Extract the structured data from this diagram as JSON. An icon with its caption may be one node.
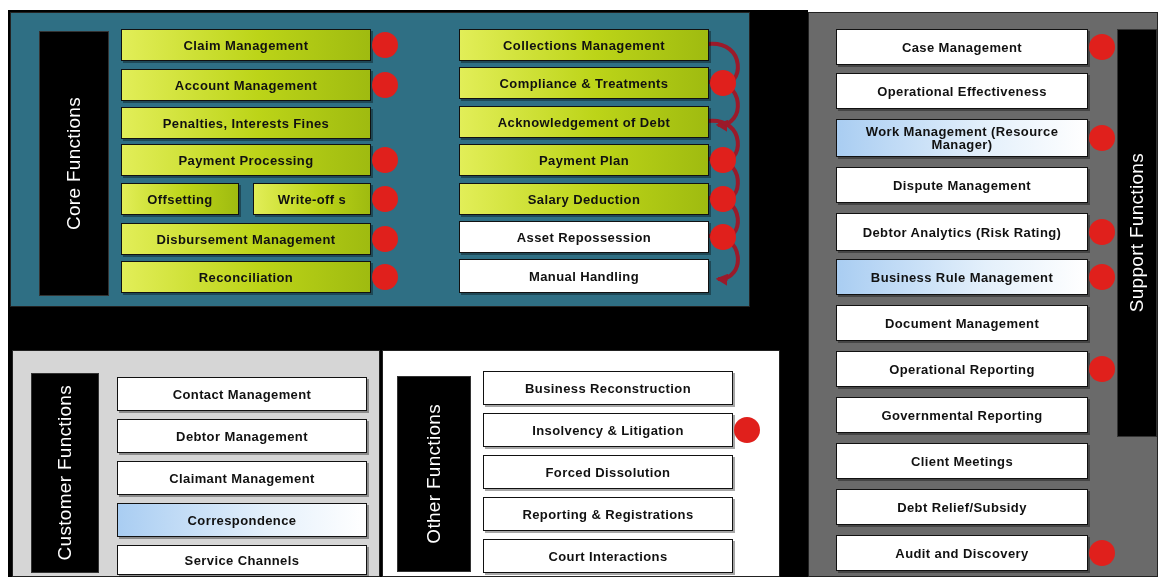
{
  "diagram": {
    "nodes": [
      {
        "text": [],
        "shape": "box"
      },
      {
        "text": [
          "Core Functions"
        ],
        "in": 0
      },
      {
        "text": [
          "Claim Management"
        ],
        "in": 0
      },
      {
        "text": [
          "Account Management"
        ],
        "in": 0
      },
      {
        "text": [
          "Penalties, Interests Fines"
        ],
        "in": 0
      },
      {
        "text": [
          "Payment Processing"
        ],
        "in": 0
      },
      {
        "text": [
          "Offsetting"
        ],
        "in": 0
      },
      {
        "text": [
          "Write-off s"
        ],
        "in": 0
      },
      {
        "text": [
          "Disbursement Management"
        ],
        "in": 0
      },
      {
        "text": [
          "Reconciliation"
        ],
        "in": 0
      },
      {
        "text": [
          "Collections Management"
        ],
        "in": 0
      },
      {
        "text": [
          "Compliance & Treatments"
        ],
        "in": 0
      },
      {
        "text": [
          "Acknowledgement of Debt"
        ],
        "in": 0
      },
      {
        "text": [
          "Payment Plan"
        ],
        "in": 0
      },
      {
        "text": [
          "Salary Deduction"
        ],
        "in": 0
      },
      {
        "text": [
          "Asset Repossession"
        ],
        "in": 0
      },
      {
        "text": [
          "Manual Handling"
        ],
        "in": 0
      },
      {
        "text": [],
        "shape": "box"
      },
      {
        "text": [
          "Customer Functions"
        ],
        "in": 17
      },
      {
        "text": [
          "Contact Management"
        ],
        "in": 17
      },
      {
        "text": [
          "Debtor Management"
        ],
        "in": 17
      },
      {
        "text": [
          "Claimant Management"
        ],
        "in": 17
      },
      {
        "text": [
          "Correspondence"
        ],
        "in": 17
      },
      {
        "text": [
          "Service Channels"
        ],
        "in": 17
      },
      {
        "text": [],
        "shape": "box"
      },
      {
        "text": [
          "Other Functions"
        ],
        "in": 24
      },
      {
        "text": [
          "Business Reconstruction"
        ],
        "in": 24
      },
      {
        "text": [
          "Insolvency & Litigation"
        ],
        "in": 24
      },
      {
        "text": [
          "Forced Dissolution"
        ],
        "in": 24
      },
      {
        "text": [
          "Reporting & Registrations"
        ],
        "in": 24
      },
      {
        "text": [
          "Court Interactions"
        ],
        "in": 24
      },
      {
        "text": [],
        "shape": "box"
      },
      {
        "text": [
          "Support Functions"
        ],
        "in": 31
      },
      {
        "text": [
          "Case Management"
        ],
        "in": 31
      },
      {
        "text": [
          "Operational Effectiveness"
        ],
        "in": 31
      },
      {
        "text": [
          "Work Management (Resource Manager)"
        ],
        "in": 31
      },
      {
        "text": [
          "Dispute Management"
        ],
        "in": 31
      },
      {
        "text": [
          "Debtor Analytics (Risk Rating)"
        ],
        "in": 31
      },
      {
        "text": [
          "Business Rule Management"
        ],
        "in": 31
      },
      {
        "text": [
          "Document Management"
        ],
        "in": 31
      },
      {
        "text": [
          "Operational Reporting"
        ],
        "in": 31
      },
      {
        "text": [
          "Governmental Reporting"
        ],
        "in": 31
      },
      {
        "text": [
          "Client Meetings"
        ],
        "in": 31
      },
      {
        "text": [
          "Debt Relief/Subsidy"
        ],
        "in": 31
      },
      {
        "text": [
          "Audit and Discovery"
        ],
        "in": 31
      }
    ],
    "edges": [
      {
        "from": 10,
        "to": 11,
        "arrow": "to"
      },
      {
        "from": 11,
        "to": 12,
        "arrow": "to"
      },
      {
        "from": 12,
        "to": 13,
        "arrow": "to"
      },
      {
        "from": 13,
        "to": 14,
        "arrow": "to"
      },
      {
        "from": 14,
        "to": 15,
        "arrow": "to"
      },
      {
        "from": 15,
        "to": 16,
        "arrow": "to"
      }
    ]
  }
}
